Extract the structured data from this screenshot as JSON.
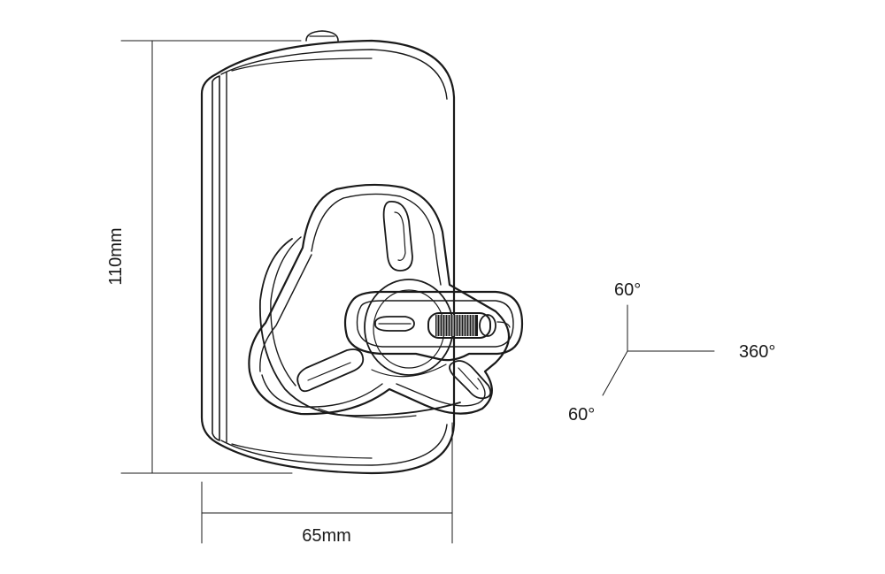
{
  "dimensions": {
    "height_label": "110mm",
    "width_label": "65mm"
  },
  "rotation": {
    "up_label": "60°",
    "right_label": "360°",
    "down_label": "60°"
  },
  "colors": {
    "line": "#1a1a1a",
    "background": "#ffffff"
  }
}
